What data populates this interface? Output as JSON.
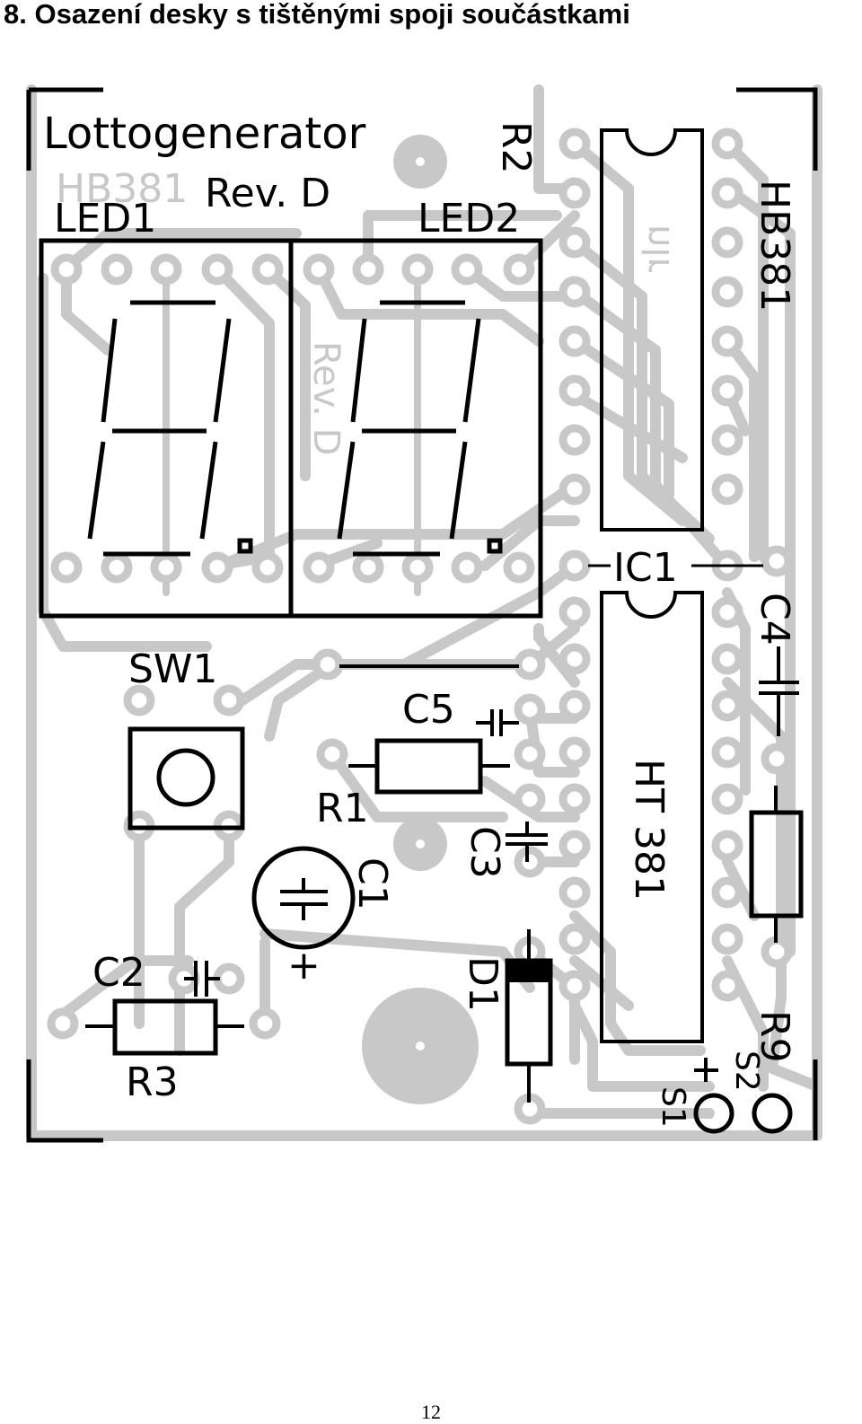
{
  "heading": "8. Osazení desky s tištěnými spoji součástkami",
  "page_number": "12",
  "board": {
    "title": "Lottogenerator",
    "revision": "Rev. D",
    "revision_mirrored": "Rev. D",
    "ghost_code": "HB381",
    "ghost_mirror": "nlr",
    "chip_code": "HB381",
    "ic_label": "IC1",
    "ic_part": "HT 381",
    "plus_sign": "+",
    "labels": {
      "led1": "LED1",
      "led2": "LED2",
      "sw1": "SW1",
      "r1": "R1",
      "r2": "R2",
      "r3": "R3",
      "r9": "R9",
      "c1": "C1",
      "c2": "C2",
      "c3": "C3",
      "c4": "C4",
      "c5": "C5",
      "d1": "D1",
      "s1": "S1",
      "s2": "S2"
    },
    "colors": {
      "copper": "#c8c8c8",
      "silkscreen": "#000000",
      "background": "#ffffff"
    }
  }
}
